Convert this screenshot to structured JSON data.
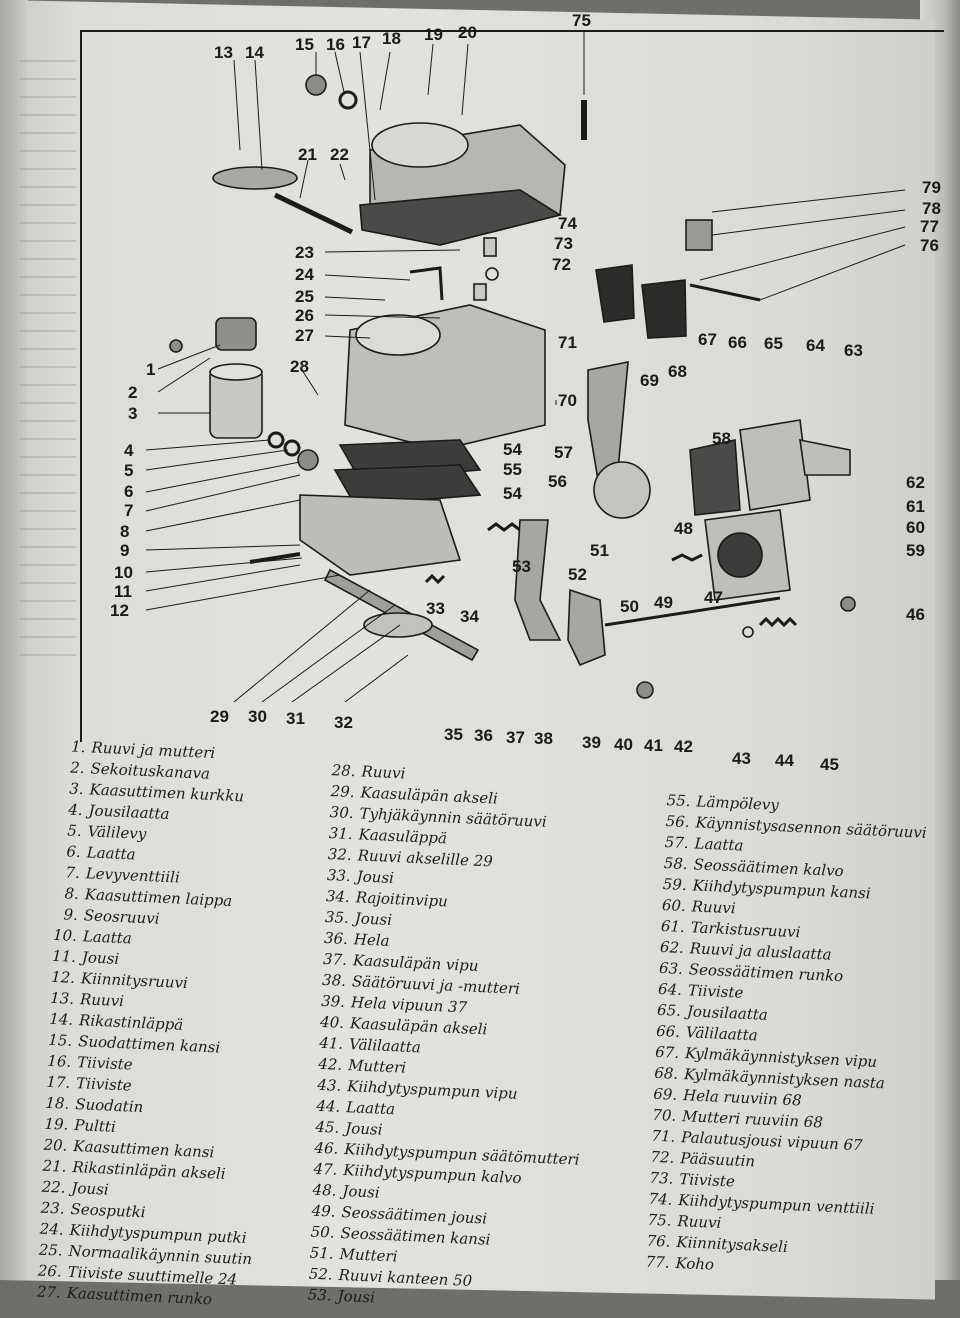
{
  "callouts": {
    "top": [
      "13",
      "14",
      "15",
      "16",
      "17",
      "18",
      "19",
      "20",
      "21",
      "22",
      "75"
    ],
    "upper_left": [
      "23",
      "24",
      "25",
      "26",
      "27",
      "28"
    ],
    "left": [
      "1",
      "2",
      "3",
      "4",
      "5",
      "6",
      "7",
      "8",
      "9",
      "10",
      "11",
      "12"
    ],
    "middle": [
      "54",
      "55",
      "54",
      "53",
      "33",
      "34",
      "56",
      "57",
      "51",
      "52",
      "71",
      "70",
      "69",
      "68",
      "67",
      "66",
      "65",
      "64",
      "63",
      "58"
    ],
    "right": [
      "79",
      "78",
      "77",
      "76",
      "62",
      "61",
      "60",
      "59",
      "46",
      "48",
      "49",
      "50",
      "47",
      "74",
      "73",
      "72"
    ],
    "bottom": [
      "29",
      "30",
      "31",
      "32",
      "35",
      "36",
      "37",
      "38",
      "39",
      "40",
      "41",
      "42",
      "43",
      "44",
      "45"
    ]
  },
  "legend": {
    "col1": [
      {
        "n": "1.",
        "t": "Ruuvi ja mutteri"
      },
      {
        "n": "2.",
        "t": "Sekoituskanava"
      },
      {
        "n": "3.",
        "t": "Kaasuttimen kurkku"
      },
      {
        "n": "4.",
        "t": "Jousilaatta"
      },
      {
        "n": "5.",
        "t": "Välilevy"
      },
      {
        "n": "6.",
        "t": "Laatta"
      },
      {
        "n": "7.",
        "t": "Levyventtiili"
      },
      {
        "n": "8.",
        "t": "Kaasuttimen laippa"
      },
      {
        "n": "9.",
        "t": "Seosruuvi"
      },
      {
        "n": "10.",
        "t": "Laatta"
      },
      {
        "n": "11.",
        "t": "Jousi"
      },
      {
        "n": "12.",
        "t": "Kiinnitysruuvi"
      },
      {
        "n": "13.",
        "t": "Ruuvi"
      },
      {
        "n": "14.",
        "t": "Rikastinläppä"
      },
      {
        "n": "15.",
        "t": "Suodattimen kansi"
      },
      {
        "n": "16.",
        "t": "Tiiviste"
      },
      {
        "n": "17.",
        "t": "Tiiviste"
      },
      {
        "n": "18.",
        "t": "Suodatin"
      },
      {
        "n": "19.",
        "t": "Pultti"
      },
      {
        "n": "20.",
        "t": "Kaasuttimen kansi"
      },
      {
        "n": "21.",
        "t": "Rikastinläpän akseli"
      },
      {
        "n": "22.",
        "t": "Jousi"
      },
      {
        "n": "23.",
        "t": "Seosputki"
      },
      {
        "n": "24.",
        "t": "Kiihdytyspumpun putki"
      },
      {
        "n": "25.",
        "t": "Normaalikäynnin suutin"
      },
      {
        "n": "26.",
        "t": "Tiiviste suuttimelle 24"
      },
      {
        "n": "27.",
        "t": "Kaasuttimen runko"
      }
    ],
    "col2": [
      {
        "n": "28.",
        "t": "Ruuvi"
      },
      {
        "n": "29.",
        "t": "Kaasuläpän akseli"
      },
      {
        "n": "30.",
        "t": "Tyhjäkäynnin säätöruuvi"
      },
      {
        "n": "31.",
        "t": "Kaasuläppä"
      },
      {
        "n": "32.",
        "t": "Ruuvi akselille 29"
      },
      {
        "n": "33.",
        "t": "Jousi"
      },
      {
        "n": "34.",
        "t": "Rajoitinvipu"
      },
      {
        "n": "35.",
        "t": "Jousi"
      },
      {
        "n": "36.",
        "t": "Hela"
      },
      {
        "n": "37.",
        "t": "Kaasuläpän vipu"
      },
      {
        "n": "38.",
        "t": "Säätöruuvi ja -mutteri"
      },
      {
        "n": "39.",
        "t": "Hela vipuun 37"
      },
      {
        "n": "40.",
        "t": "Kaasuläpän akseli"
      },
      {
        "n": "41.",
        "t": "Välilaatta"
      },
      {
        "n": "42.",
        "t": "Mutteri"
      },
      {
        "n": "43.",
        "t": "Kiihdytyspumpun vipu"
      },
      {
        "n": "44.",
        "t": "Laatta"
      },
      {
        "n": "45.",
        "t": "Jousi"
      },
      {
        "n": "46.",
        "t": "Kiihdytyspumpun säätömutteri"
      },
      {
        "n": "47.",
        "t": "Kiihdytyspumpun kalvo"
      },
      {
        "n": "48.",
        "t": "Jousi"
      },
      {
        "n": "49.",
        "t": "Seossäätimen jousi"
      },
      {
        "n": "50.",
        "t": "Seossäätimen kansi"
      },
      {
        "n": "51.",
        "t": "Mutteri"
      },
      {
        "n": "52.",
        "t": "Ruuvi kanteen 50"
      },
      {
        "n": "53.",
        "t": "Jousi"
      }
    ],
    "col3": [
      {
        "n": "55.",
        "t": "Lämpölevy"
      },
      {
        "n": "56.",
        "t": "Käynnistysasennon säätöruuvi"
      },
      {
        "n": "57.",
        "t": "Laatta"
      },
      {
        "n": "58.",
        "t": "Seossäätimen kalvo"
      },
      {
        "n": "59.",
        "t": "Kiihdytyspumpun kansi"
      },
      {
        "n": "60.",
        "t": "Ruuvi"
      },
      {
        "n": "61.",
        "t": "Tarkistusruuvi"
      },
      {
        "n": "62.",
        "t": "Ruuvi ja aluslaatta"
      },
      {
        "n": "63.",
        "t": "Seossäätimen runko"
      },
      {
        "n": "64.",
        "t": "Tiiviste"
      },
      {
        "n": "65.",
        "t": "Jousilaatta"
      },
      {
        "n": "66.",
        "t": "Välilaatta"
      },
      {
        "n": "67.",
        "t": "Kylmäkäynnistyksen vipu"
      },
      {
        "n": "68.",
        "t": "Kylmäkäynnistyksen nasta"
      },
      {
        "n": "69.",
        "t": "Hela ruuviin 68"
      },
      {
        "n": "70.",
        "t": "Mutteri ruuviin 68"
      },
      {
        "n": "71.",
        "t": "Palautusjousi vipuun 67"
      },
      {
        "n": "72.",
        "t": "Pääsuutin"
      },
      {
        "n": "73.",
        "t": "Tiiviste"
      },
      {
        "n": "74.",
        "t": "Kiihdytyspumpun venttiili"
      },
      {
        "n": "75.",
        "t": "Ruuvi"
      },
      {
        "n": "76.",
        "t": "Kiinnitysakseli"
      },
      {
        "n": "77.",
        "t": "Koho"
      }
    ]
  }
}
